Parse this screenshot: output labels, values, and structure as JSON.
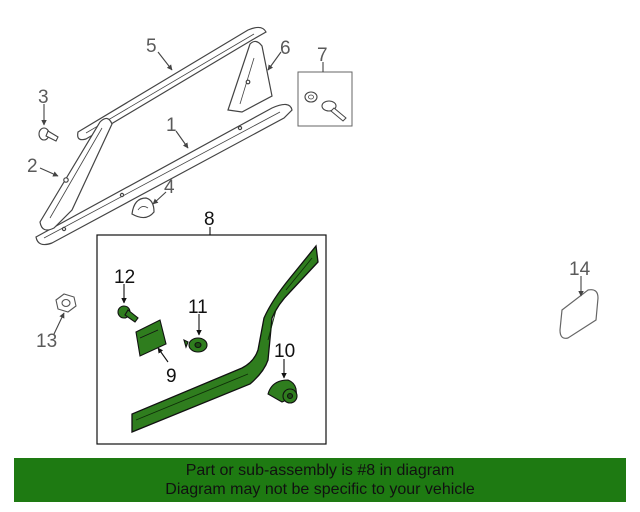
{
  "callouts": {
    "c1": "1",
    "c2": "2",
    "c3": "3",
    "c4": "4",
    "c5": "5",
    "c6": "6",
    "c7": "7",
    "c8": "8",
    "c9": "9",
    "c10": "10",
    "c11": "11",
    "c12": "12",
    "c13": "13",
    "c14": "14"
  },
  "banner": {
    "line1": "Part or sub-assembly is #8 in diagram",
    "line2": "Diagram may not be specific to your vehicle"
  },
  "colors": {
    "highlight": "#2f7d1e",
    "banner": "#1e7a12",
    "outline": "#444444",
    "grey_label": "#5a5a5a"
  }
}
